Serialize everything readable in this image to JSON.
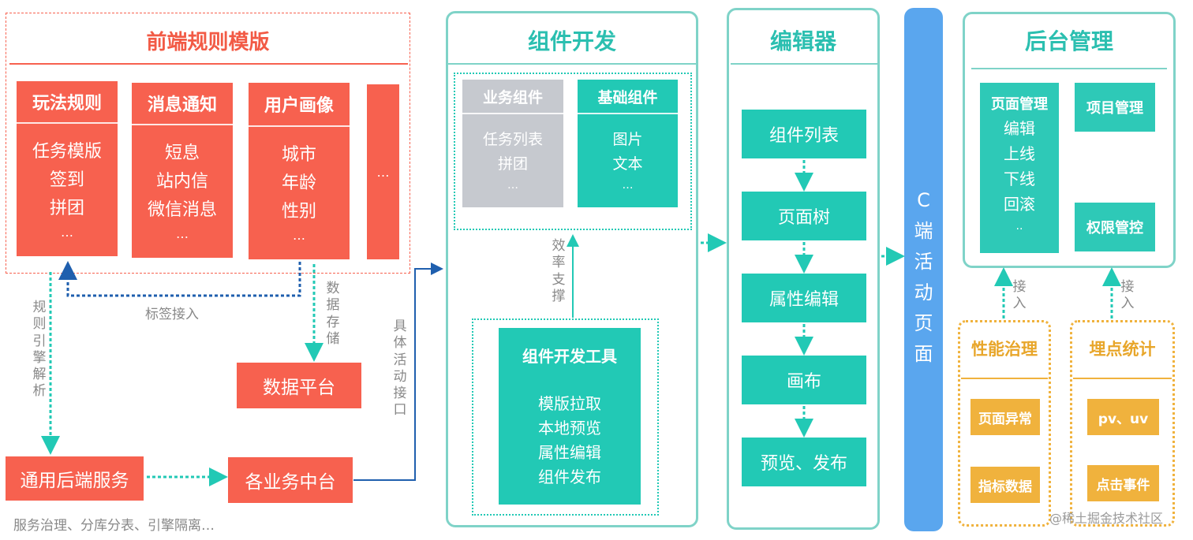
{
  "frontend_templates": {
    "title": "前端规则模版",
    "cards": [
      {
        "title": "玩法规则",
        "items": [
          "任务模版",
          "签到",
          "拼团",
          "…"
        ]
      },
      {
        "title": "消息通知",
        "items": [
          "短息",
          "站内信",
          "微信消息",
          "…"
        ]
      },
      {
        "title": "用户画像",
        "items": [
          "城市",
          "年龄",
          "性别",
          "…"
        ]
      }
    ],
    "more": "…"
  },
  "left_labels": {
    "rule_engine": [
      "规",
      "则",
      "引",
      "擎",
      "解",
      "析"
    ],
    "tag_access": "标签接入",
    "data_storage": [
      "数",
      "据",
      "存",
      "储"
    ],
    "activity_api": [
      "具",
      "体",
      "活",
      "动",
      "接",
      "口"
    ]
  },
  "data_platform": "数据平台",
  "backend_service": "通用后端服务",
  "business_center": "各业务中台",
  "backend_footnote": "服务治理、分库分表、引擎隔离…",
  "component_dev": {
    "title": "组件开发",
    "business": {
      "title": "业务组件",
      "items": [
        "任务列表",
        "拼团",
        "…"
      ]
    },
    "basic": {
      "title": "基础组件",
      "items": [
        "图片",
        "文本",
        "…"
      ]
    },
    "efficiency": [
      "效",
      "率",
      "支",
      "撑"
    ],
    "tools": {
      "title": "组件开发工具",
      "items": [
        "模版拉取",
        "本地预览",
        "属性编辑",
        "组件发布"
      ]
    }
  },
  "editor": {
    "title": "编辑器",
    "steps": [
      "组件列表",
      "页面树",
      "属性编辑",
      "画布",
      "预览、发布"
    ]
  },
  "c_page": [
    "C",
    "端",
    "活",
    "动",
    "页",
    "面"
  ],
  "admin": {
    "title": "后台管理",
    "page_mgmt": {
      "title": "页面管理",
      "items": [
        "编辑",
        "上线",
        "下线",
        "回滚",
        ".."
      ]
    },
    "project_mgmt": "项目管理",
    "permission": "权限管控",
    "access_label": [
      "接",
      "入"
    ]
  },
  "performance": {
    "title": "性能治理",
    "items": [
      "页面异常",
      "指标数据"
    ]
  },
  "tracking": {
    "title": "埋点统计",
    "items": [
      "pv、uv",
      "点击事件"
    ]
  },
  "watermark": "@稀土掘金技术社区",
  "colors": {
    "red": "#f7614f",
    "teal": "#22c9b5",
    "gold": "#f0b23d",
    "blue": "#5aa6ee",
    "frame": "#7fd3c8"
  }
}
